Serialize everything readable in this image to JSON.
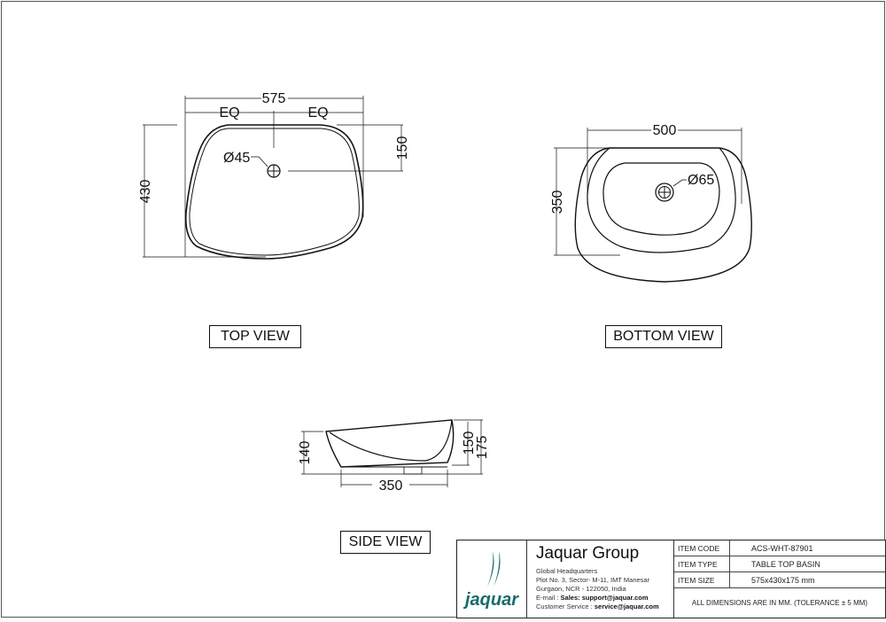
{
  "top_view": {
    "label": "TOP VIEW",
    "dims": {
      "width": "575",
      "eq_left": "EQ",
      "eq_right": "EQ",
      "depth": "430",
      "drain_offset": "150",
      "drain_dia": "Ø45"
    }
  },
  "bottom_view": {
    "label": "BOTTOM VIEW",
    "dims": {
      "width": "500",
      "depth": "350",
      "drain_dia": "Ø65"
    }
  },
  "side_view": {
    "label": "SIDE VIEW",
    "dims": {
      "base_width": "350",
      "left_height": "140",
      "inner_height": "150",
      "total_height": "175"
    }
  },
  "title_block": {
    "logo_text": "jaquar",
    "company": "Jaquar Group",
    "address_lines": [
      "Global Headquarters",
      "Plot No. 3, Sector- M-11, IMT Manesar",
      "Gurgaon, NCR - 122050, India"
    ],
    "email_label": "E-mail : ",
    "email_value": "Sales: support@jaquar.com",
    "service_label": "Customer Service : ",
    "service_value": "service@jaquar.com",
    "rows": [
      {
        "key": "ITEM  CODE",
        "value": "ACS-WHT-87901"
      },
      {
        "key": "ITEM  TYPE",
        "value": "TABLE TOP BASIN"
      },
      {
        "key": "ITEM  SIZE",
        "value": "575x430x175 mm"
      }
    ],
    "footer": "ALL DIMENSIONS ARE IN MM. (TOLERANCE ± 5 MM)",
    "logo_color": "#1a6b6b"
  }
}
